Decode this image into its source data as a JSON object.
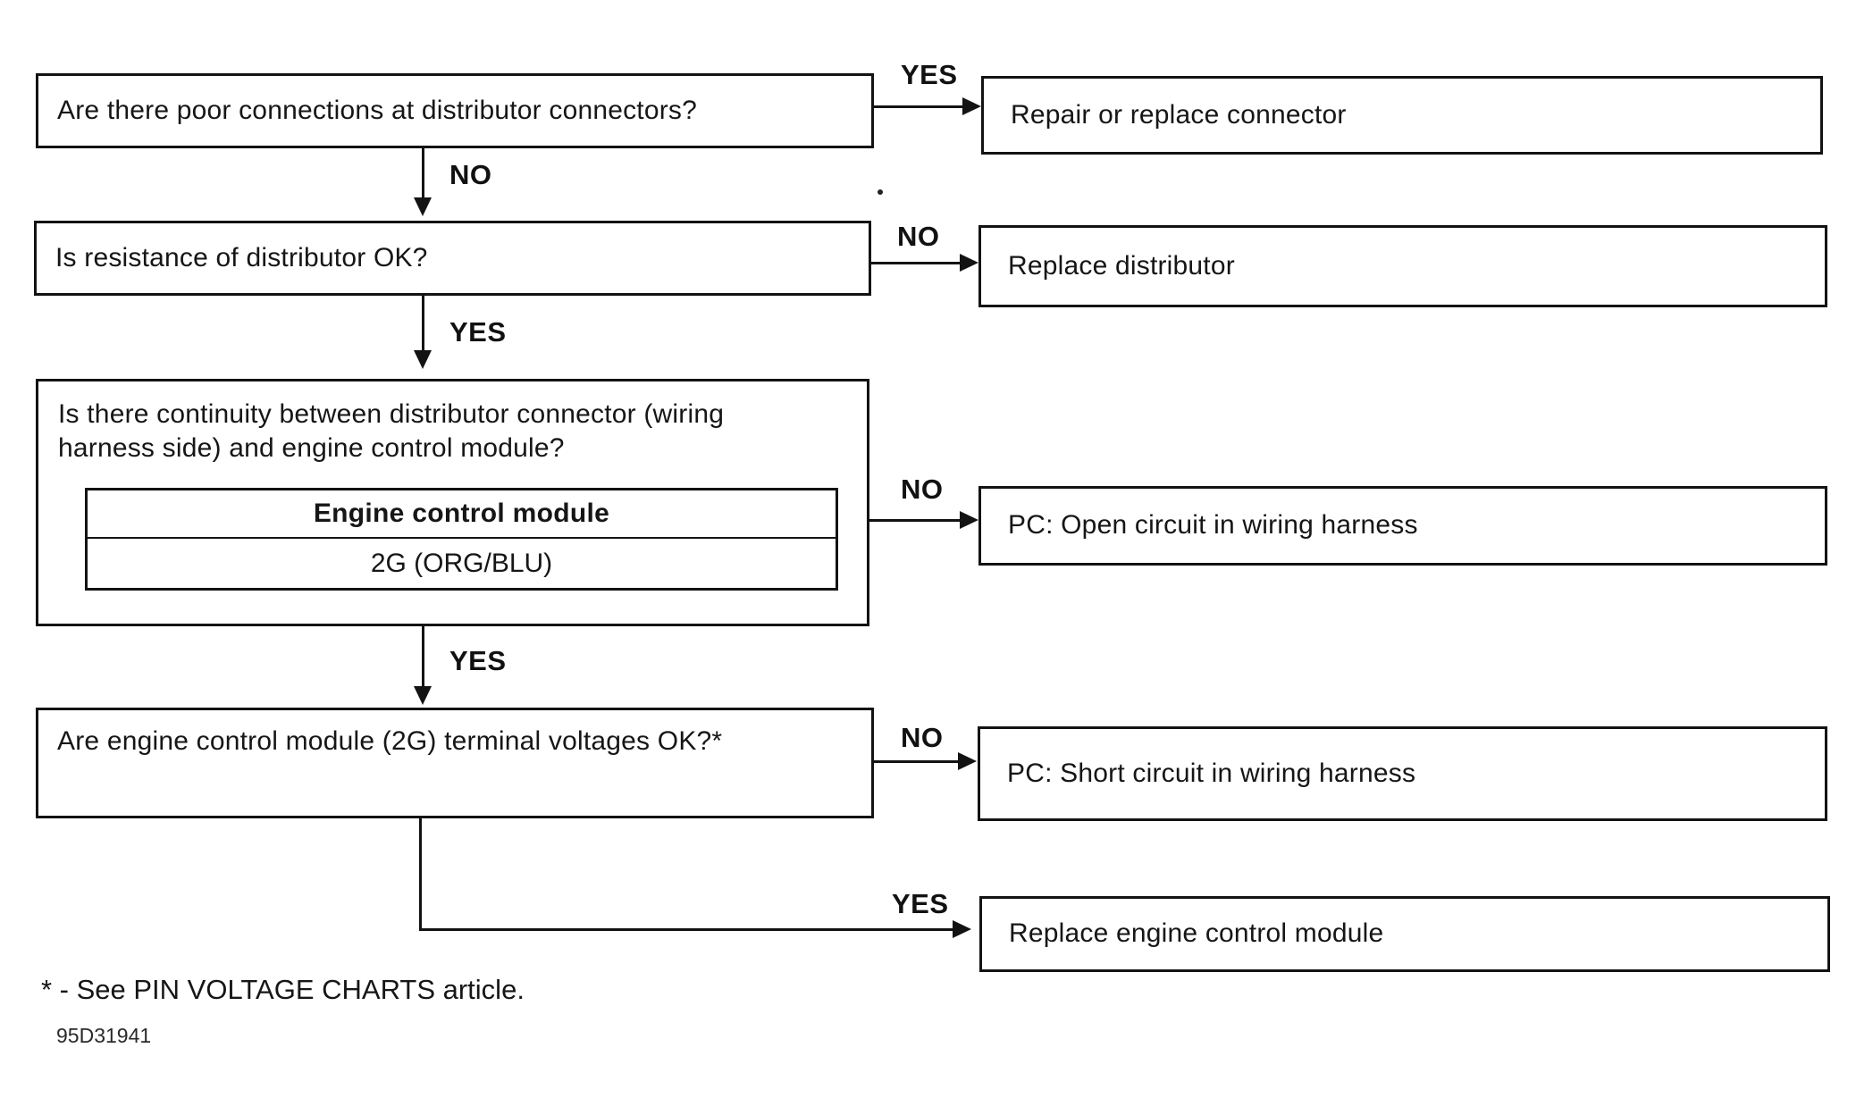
{
  "page": {
    "background": "#ffffff",
    "footnote": "* - See PIN VOLTAGE CHARTS article.",
    "figure_id": "95D31941"
  },
  "colors": {
    "line": "#131313",
    "text": "#161616"
  },
  "nodes": {
    "q1": {
      "text": "Are there poor connections at distributor connectors?"
    },
    "a1": {
      "text": "Repair or replace connector"
    },
    "q2": {
      "text": "Is resistance of distributor OK?"
    },
    "a2": {
      "text": "Replace distributor"
    },
    "q3": {
      "text": "Is there continuity between distributor connector (wiring harness side) and engine control module?",
      "table": {
        "header": "Engine control module",
        "value": "2G (ORG/BLU)"
      }
    },
    "a3": {
      "text": "PC: Open circuit in wiring harness"
    },
    "q4": {
      "text": "Are engine control module (2G) terminal voltages OK?*"
    },
    "a4": {
      "text": "PC: Short circuit in wiring harness"
    },
    "a5": {
      "text": "Replace engine control module"
    }
  },
  "edges": [
    {
      "from": "q1",
      "to": "a1",
      "label": "YES",
      "direction": "right"
    },
    {
      "from": "q1",
      "to": "q2",
      "label": "NO",
      "direction": "down"
    },
    {
      "from": "q2",
      "to": "a2",
      "label": "NO",
      "direction": "right"
    },
    {
      "from": "q2",
      "to": "q3",
      "label": "YES",
      "direction": "down"
    },
    {
      "from": "q3",
      "to": "a3",
      "label": "NO",
      "direction": "right"
    },
    {
      "from": "q3",
      "to": "q4",
      "label": "YES",
      "direction": "down"
    },
    {
      "from": "q4",
      "to": "a4",
      "label": "NO",
      "direction": "right"
    },
    {
      "from": "q4",
      "to": "a5",
      "label": "YES",
      "direction": "right-elbow"
    }
  ]
}
